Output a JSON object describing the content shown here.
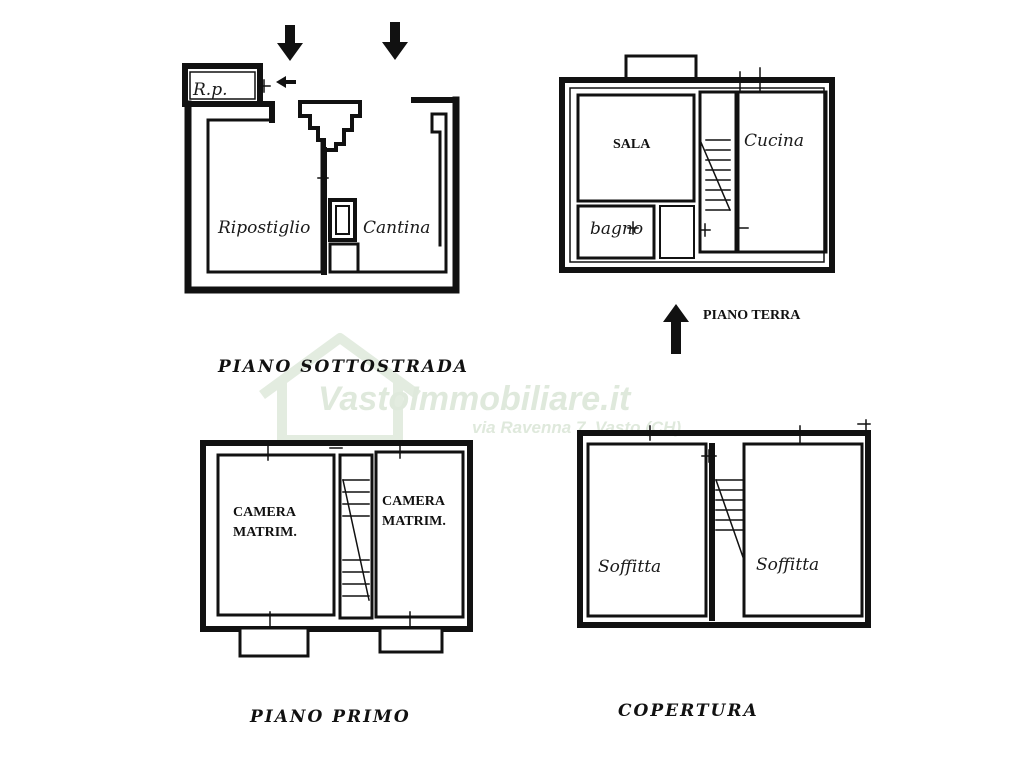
{
  "plans": {
    "basement": {
      "title": "PIANO SOTTOSTRADA",
      "rooms": {
        "storage_small": "R.p.",
        "storage": "Ripostiglio",
        "cellar": "Cantina"
      }
    },
    "ground": {
      "title": "PIANO TERRA",
      "rooms": {
        "living": "SALA",
        "kitchen": "Cucina",
        "bathroom": "bagno"
      }
    },
    "first": {
      "title": "PIANO PRIMO",
      "rooms": {
        "bedroom_left": [
          "CAMERA",
          "MATRIM."
        ],
        "bedroom_right": [
          "CAMERA",
          "MATRIM."
        ]
      }
    },
    "roof": {
      "title": "COPERTURA",
      "rooms": {
        "attic_left": "Soffitta",
        "attic_right": "Soffitta"
      }
    }
  },
  "watermark": {
    "brand": "VastoImmobiliare.it",
    "address": "via Ravenna 7, Vasto (CH)"
  },
  "colors": {
    "ink": "#111111",
    "watermark": "#dfe9dc",
    "background": "#ffffff"
  }
}
